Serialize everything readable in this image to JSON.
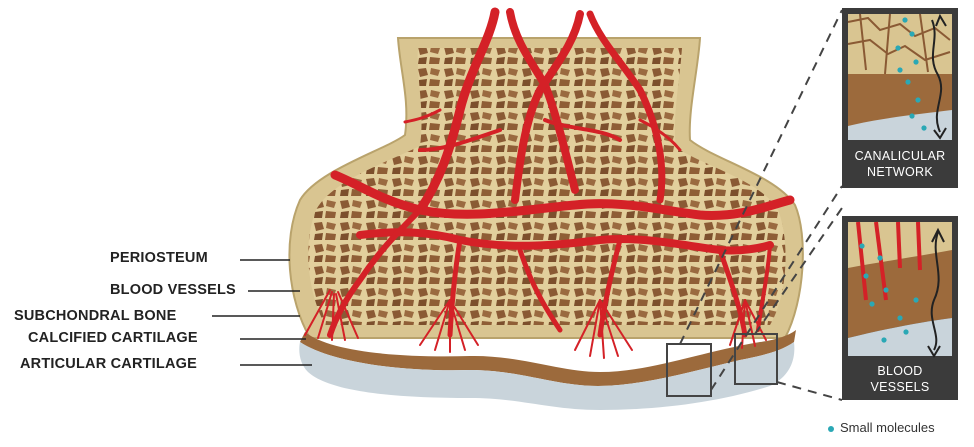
{
  "labels": {
    "periosteum": "PERIOSTEUM",
    "blood_vessels": "BLOOD VESSELS",
    "subchondral_bone": "SUBCHONDRAL BONE",
    "calcified_cartilage": "CALCIFIED CARTILAGE",
    "articular_cartilage": "ARTICULAR CARTILAGE"
  },
  "insets": [
    {
      "caption_line1": "CANALICULAR",
      "caption_line2": "NETWORK"
    },
    {
      "caption_line1": "BLOOD",
      "caption_line2": "VESSELS"
    }
  ],
  "legend": {
    "label": "Small molecules"
  },
  "colors": {
    "bone": "#d9c591",
    "trabecular": "#8a5a34",
    "vessel": "#d42127",
    "calcified": "#9c6a3c",
    "articular": "#c9d4db",
    "inset_frame": "#3b3b3b",
    "molecule": "#2aa8b5"
  }
}
